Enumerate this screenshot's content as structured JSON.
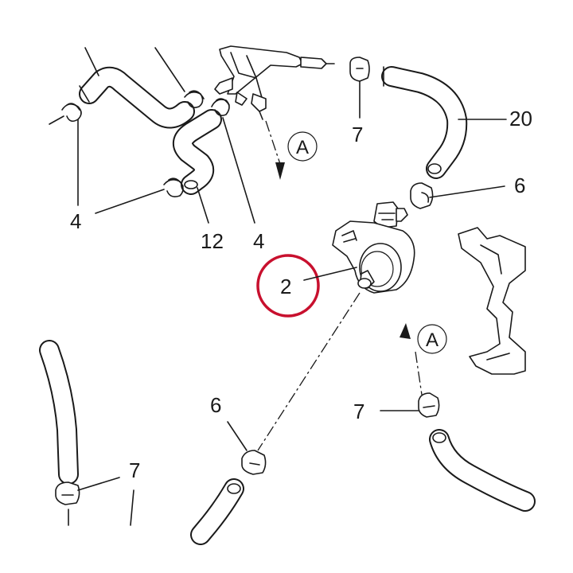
{
  "diagram": {
    "highlight_color": "#c8102e",
    "line_color": "#1a1a1a",
    "callouts": [
      {
        "label": "4"
      },
      {
        "label": "12"
      },
      {
        "label": "4"
      },
      {
        "label": "7"
      },
      {
        "label": "20"
      },
      {
        "label": "6"
      },
      {
        "label": "2"
      },
      {
        "label": "6"
      },
      {
        "label": "7"
      },
      {
        "label": "7"
      }
    ],
    "view_markers": [
      {
        "letter": "A"
      },
      {
        "letter": "A"
      }
    ]
  }
}
